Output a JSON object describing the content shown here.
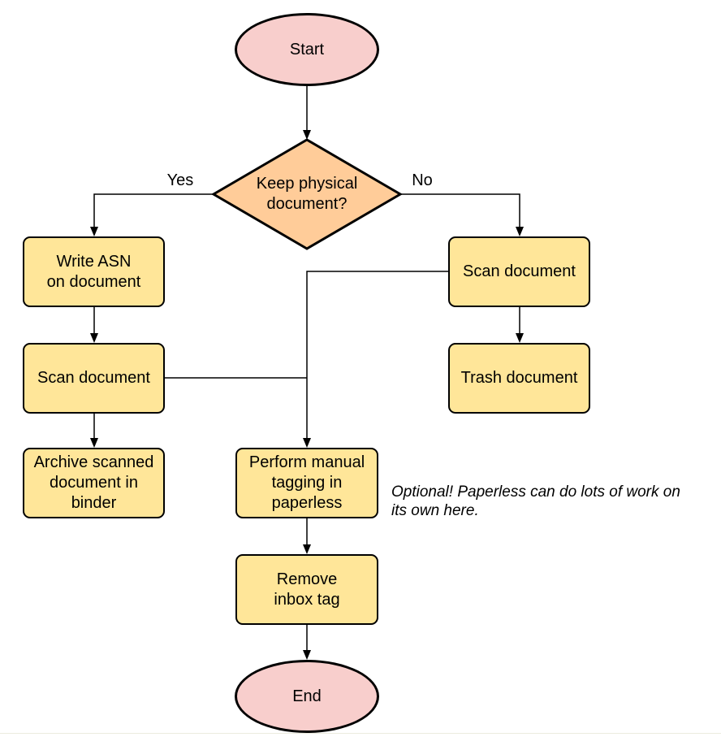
{
  "diagram_type": "flowchart",
  "colors": {
    "terminal_fill": "#F8CECC",
    "decision_fill": "#FFCC99",
    "process_fill": "#FFE699",
    "stroke": "#000000"
  },
  "nodes": {
    "start": {
      "label": "Start",
      "shape": "ellipse"
    },
    "decision": {
      "label": "Keep physical\ndocument?",
      "shape": "diamond"
    },
    "write_asn": {
      "label": "Write ASN\non document",
      "shape": "process"
    },
    "scan_left": {
      "label": "Scan document",
      "shape": "process"
    },
    "archive": {
      "label": "Archive scanned\ndocument in\nbinder",
      "shape": "process"
    },
    "scan_right": {
      "label": "Scan document",
      "shape": "process"
    },
    "trash": {
      "label": "Trash document",
      "shape": "process"
    },
    "perform_tagging": {
      "label": "Perform manual\ntagging in\npaperless",
      "shape": "process"
    },
    "remove_inbox": {
      "label": "Remove\ninbox tag",
      "shape": "process"
    },
    "end": {
      "label": "End",
      "shape": "ellipse"
    }
  },
  "edge_labels": {
    "yes": "Yes",
    "no": "No"
  },
  "note": {
    "text": "Optional! Paperless can do lots of work on\nits own here."
  }
}
